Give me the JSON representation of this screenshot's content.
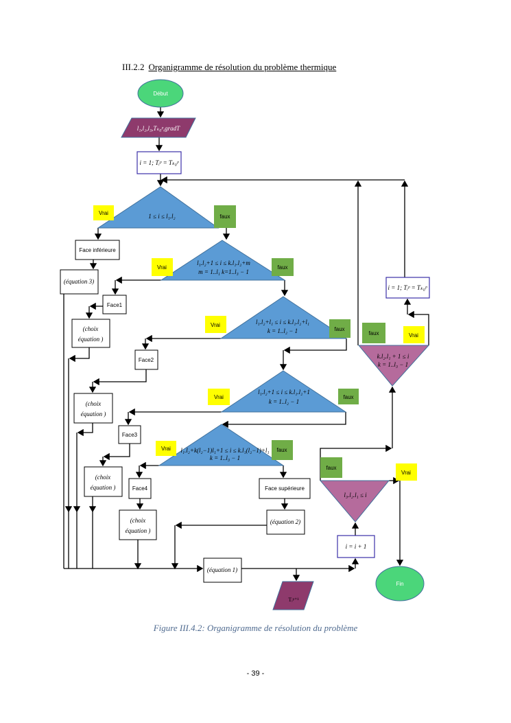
{
  "heading": {
    "number": "III.2.2",
    "title": "Organigramme de résolution du problème thermique"
  },
  "flowchart": {
    "start": "Début",
    "input": "l₁,l₂,l₃,Tₖ₀ᵖ,gradT",
    "init": "i = 1; Tᵢᵖ = Tₖ₀ᵖ",
    "cond1": "1 ≤ i ≤ l₁.l₂",
    "cond2_a": "l₁.l₂+1 ≤ i ≤ k.l₁.l₂+m",
    "cond2_b": "m = 1..l₁   k=1..l₃ − 1",
    "cond3_a": "l₁.l₂+l₁ ≤ i ≤ k.l₁.l₂+l₁",
    "cond3_b": "k = 1..l₂ − 1",
    "cond4_a": "l₁.l₂+1 ≤ i ≤ k.l₁.l₂+1",
    "cond4_b": "k = 1..l₂ − 1",
    "cond5_a": "l₁.l₂+k(l₂−1)l₁+1 ≤ i ≤ k.l₁(l₂−1)+l₁",
    "cond5_b": "k = 1..l₃ − 1",
    "cond6_a": "k.l₂.l₁ + 1 ≤ i",
    "cond6_b": "k = 1..l₃ − 1",
    "cond7": "l₃.l₂.l₁ ≤ i",
    "reinit": "i = 1; Tᵢᵖ = Tₖ₀ᵖ",
    "increment": "i = i + 1",
    "face_inf": "Face inférieure",
    "face_sup": "Face supérieure",
    "face1": "Face1",
    "face2": "Face2",
    "face3": "Face3",
    "face4": "Face4",
    "eq1": "(équation 1)",
    "eq2": "(équation 2)",
    "eq3": "(équation 3)",
    "choix_a": "(choix",
    "choix_b": "équation )",
    "output": "Tᵢᵖ⁺¹",
    "end": "Fin",
    "vrai": "Vrai",
    "faux": "faux"
  },
  "colors": {
    "terminal": "#4bd67a",
    "io": "#8e3a6c",
    "decision": "#5b9bd5",
    "decision_loop": "#b56b9c",
    "true_label": "#ffff00",
    "false_label": "#70ad47",
    "process_border": "#3b2fa8"
  },
  "caption": "Figure III.4.2: Organigramme de  résolution du problème",
  "page_number": "- 39 -"
}
